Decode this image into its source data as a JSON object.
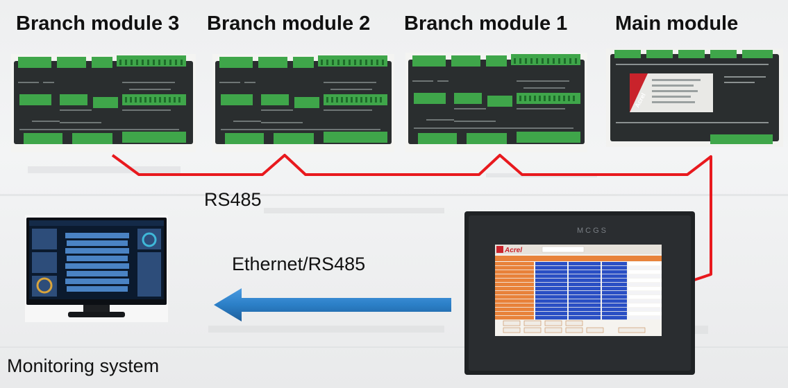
{
  "modules": [
    {
      "id": "branch-3",
      "label": "Branch module 3"
    },
    {
      "id": "branch-2",
      "label": "Branch module 2"
    },
    {
      "id": "branch-1",
      "label": "Branch module 1"
    },
    {
      "id": "main",
      "label": "Main module"
    }
  ],
  "connections": {
    "rs485_label": "RS485",
    "ethernet_label": "Ethernet/RS485"
  },
  "monitoring": {
    "label": "Monitoring system"
  },
  "hmi": {
    "brand_top": "MCGS",
    "logo_text": "Acrel"
  },
  "main_module_logo": "Acrel",
  "colors": {
    "wire": "#e8191e",
    "arrow": "#2b7fc7",
    "module_body": "#2a2e2f",
    "terminal": "#3fa64a"
  }
}
